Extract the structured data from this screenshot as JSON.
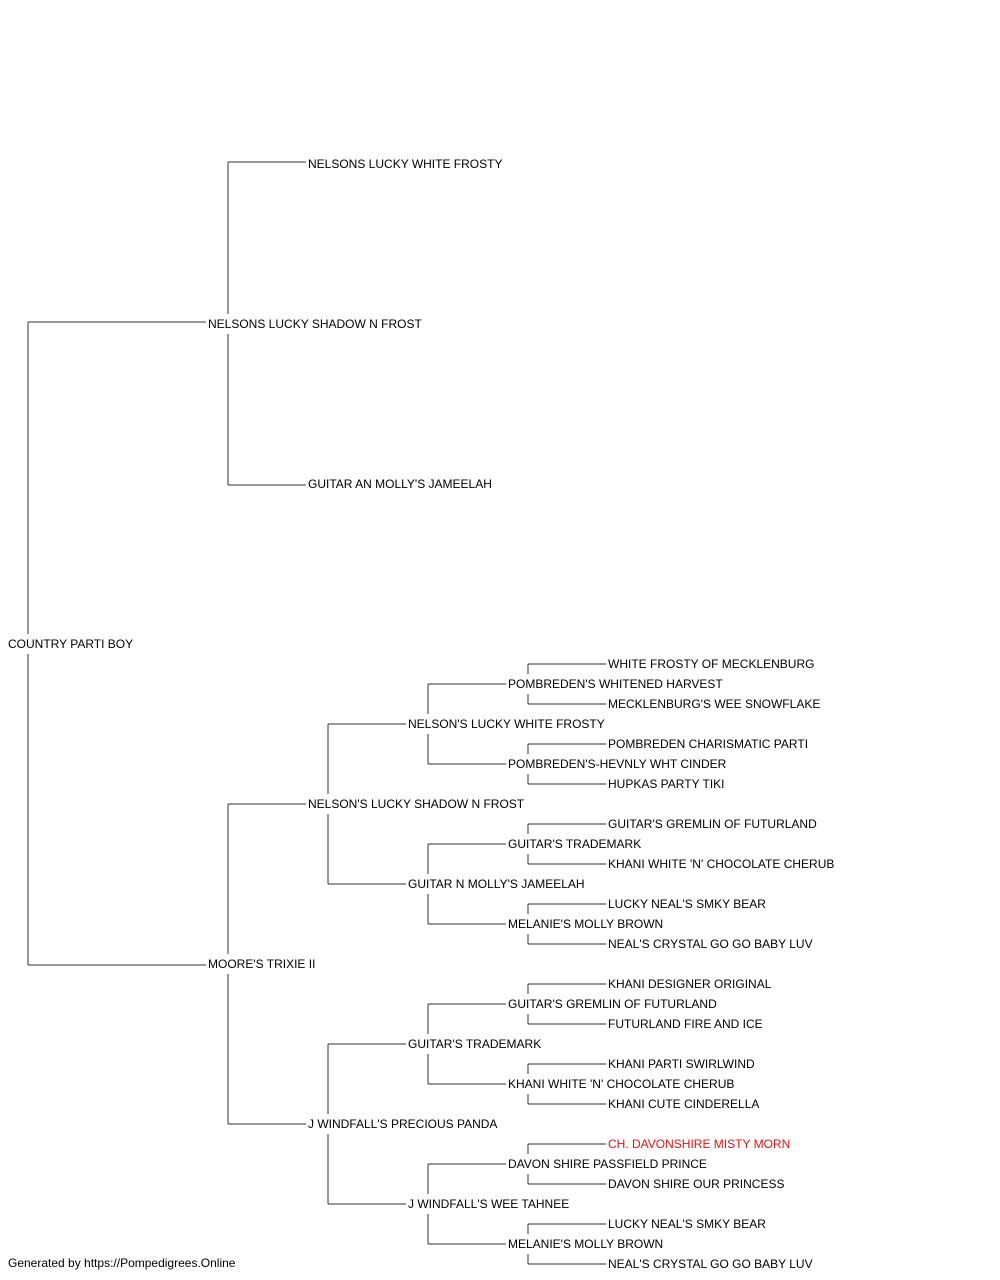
{
  "footer": "Generated by https://Pompedigrees.Online",
  "colors": {
    "champion": "#e8110f",
    "line": "#333333",
    "text": "#000000"
  },
  "pedigree": {
    "name": "COUNTRY PARTI BOY",
    "sire": {
      "name": "NELSONS LUCKY SHADOW N FROST",
      "sire": {
        "name": "NELSONS LUCKY WHITE FROSTY"
      },
      "dam": {
        "name": "GUITAR AN MOLLY'S JAMEELAH"
      }
    },
    "dam": {
      "name": "MOORE'S TRIXIE II",
      "sire": {
        "name": "NELSON'S LUCKY SHADOW N FROST",
        "sire": {
          "name": "NELSON'S LUCKY WHITE FROSTY",
          "sire": {
            "name": "POMBREDEN'S WHITENED HARVEST",
            "sire": {
              "name": "WHITE FROSTY OF MECKLENBURG"
            },
            "dam": {
              "name": "MECKLENBURG'S WEE SNOWFLAKE"
            }
          },
          "dam": {
            "name": "POMBREDEN'S-HEVNLY WHT CINDER",
            "sire": {
              "name": "POMBREDEN CHARISMATIC PARTI"
            },
            "dam": {
              "name": "HUPKAS PARTY TIKI"
            }
          }
        },
        "dam": {
          "name": "GUITAR N MOLLY'S JAMEELAH",
          "sire": {
            "name": "GUITAR'S TRADEMARK",
            "sire": {
              "name": "GUITAR'S GREMLIN OF FUTURLAND"
            },
            "dam": {
              "name": "KHANI WHITE 'N' CHOCOLATE CHERUB"
            }
          },
          "dam": {
            "name": "MELANIE'S MOLLY BROWN",
            "sire": {
              "name": "LUCKY NEAL'S SMKY BEAR"
            },
            "dam": {
              "name": "NEAL'S CRYSTAL GO GO BABY LUV"
            }
          }
        }
      },
      "dam": {
        "name": "J WINDFALL'S PRECIOUS PANDA",
        "sire": {
          "name": "GUITAR'S TRADEMARK",
          "sire": {
            "name": "GUITAR'S GREMLIN OF FUTURLAND",
            "sire": {
              "name": "KHANI DESIGNER ORIGINAL"
            },
            "dam": {
              "name": "FUTURLAND FIRE AND ICE"
            }
          },
          "dam": {
            "name": "KHANI WHITE 'N' CHOCOLATE CHERUB",
            "sire": {
              "name": "KHANI PARTI SWIRLWIND"
            },
            "dam": {
              "name": "KHANI CUTE CINDERELLA"
            }
          }
        },
        "dam": {
          "name": "J WINDFALL'S WEE TAHNEE",
          "sire": {
            "name": "DAVON SHIRE PASSFIELD PRINCE",
            "sire": {
              "name": "CH. DAVONSHIRE MISTY MORN",
              "champion": true
            },
            "dam": {
              "name": "DAVON SHIRE OUR PRINCESS"
            }
          },
          "dam": {
            "name": "MELANIE'S MOLLY BROWN",
            "sire": {
              "name": "LUCKY NEAL'S SMKY BEAR"
            },
            "dam": {
              "name": "NEAL'S CRYSTAL GO GO BABY LUV"
            }
          }
        }
      }
    }
  }
}
